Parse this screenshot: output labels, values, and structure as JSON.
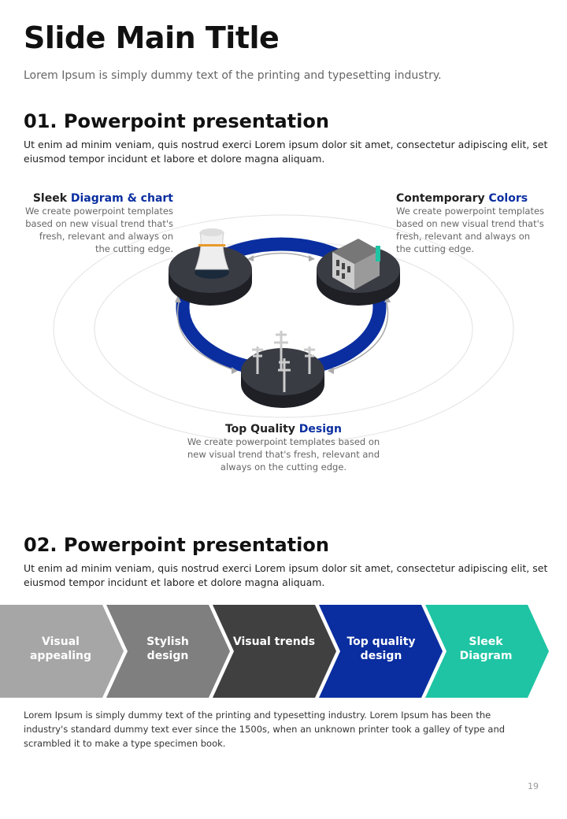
{
  "title": "Slide Main Title",
  "subtitle": "Lorem Ipsum is simply dummy text of the printing and typesetting industry.",
  "section1": {
    "heading": "01. Powerpoint presentation",
    "body": "Ut enim ad minim veniam, quis nostrud exerci  Lorem ipsum dolor sit amet, consectetur adipiscing elit, set eiusmod tempor incidunt et labore et dolore magna aliquam.",
    "items": [
      {
        "label": "Sleek ",
        "accent": "Diagram & chart",
        "desc": "We create powerpoint templates based on new visual trend that's fresh, relevant and always on the cutting edge.",
        "icon": "cooling-tower-icon"
      },
      {
        "label": "Contemporary ",
        "accent": "Colors",
        "desc": "We create powerpoint templates based on new visual trend that's fresh, relevant and always on the cutting edge.",
        "icon": "building-icon"
      },
      {
        "label": "Top Quality ",
        "accent": "Design",
        "desc": "We create powerpoint templates based on new visual trend that's fresh, relevant and always on the cutting edge.",
        "icon": "power-tower-icon"
      }
    ]
  },
  "section2": {
    "heading": "02. Powerpoint presentation",
    "body": "Ut enim ad minim veniam, quis nostrud exerci  Lorem ipsum dolor sit amet, consectetur adipiscing elit, set eiusmod tempor incidunt et labore et dolore magna aliquam.",
    "steps": [
      {
        "label": "Visual appealing",
        "color": "#a6a6a6"
      },
      {
        "label": "Stylish design",
        "color": "#7f7f7f"
      },
      {
        "label": "Visual trends",
        "color": "#404040"
      },
      {
        "label": "Top quality design",
        "color": "#0a2ea0"
      },
      {
        "label": "Sleek Diagram",
        "color": "#1ec4a4"
      }
    ],
    "footer": "Lorem Ipsum is simply dummy text of the printing and typesetting industry. Lorem Ipsum has been the industry's standard dummy text ever since the 1500s, when an unknown printer took a galley of type and scrambled it to make a type specimen book."
  },
  "page_number": "19",
  "colors": {
    "accent": "#0a2ea0",
    "dark_disc": "#2f3138"
  }
}
